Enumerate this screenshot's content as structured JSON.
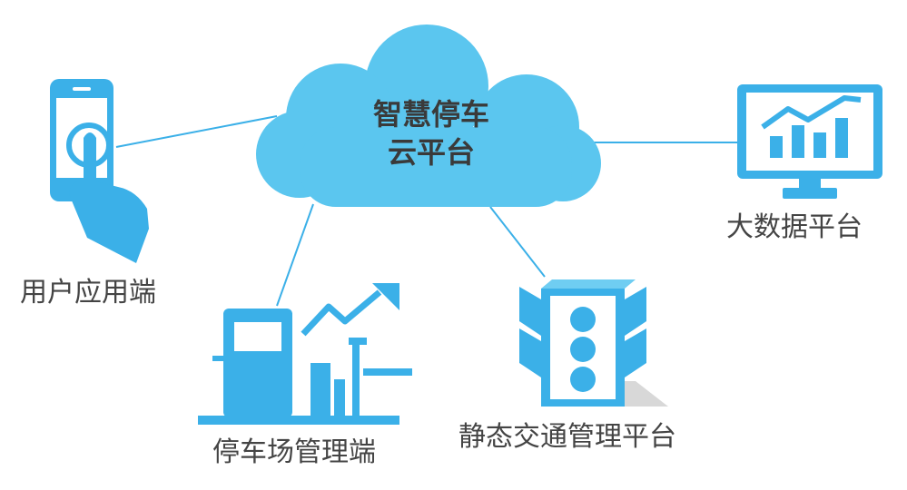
{
  "cloud": {
    "title_line1": "智慧停车",
    "title_line2": "云平台"
  },
  "nodes": {
    "user_app": "用户应用端",
    "big_data": "大数据平台",
    "parking_lot": "停车场管理端",
    "traffic": "静态交通管理平台"
  },
  "colors": {
    "accent": "#3bb0e8",
    "cloud": "#5bc6ef",
    "line": "#3bb0e8",
    "text": "#444444"
  }
}
